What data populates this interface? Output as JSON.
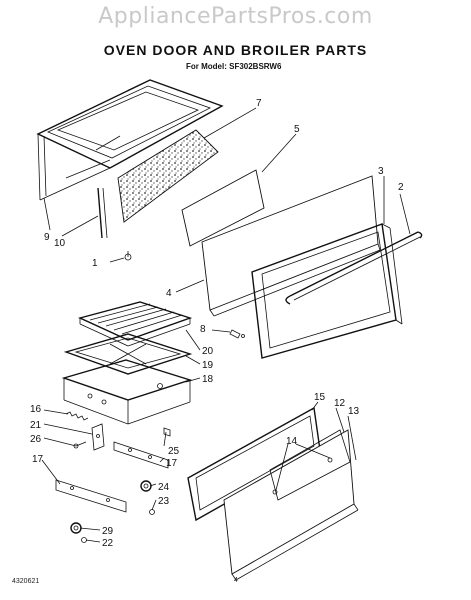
{
  "watermark": "AppliancePartsPros.com",
  "header": {
    "title": "OVEN DOOR AND BROILER PARTS",
    "model": "For Model: SF302BSRW6"
  },
  "footer": {
    "doc_number": "4320621",
    "page": "4"
  },
  "callouts": {
    "c1": "1",
    "c2": "2",
    "c3": "3",
    "c4": "4",
    "c5": "5",
    "c7": "7",
    "c8": "8",
    "c9": "9",
    "c10": "10",
    "c12": "12",
    "c13": "13",
    "c14": "14",
    "c15": "15",
    "c16": "16",
    "c17a": "17",
    "c17b": "17",
    "c18": "18",
    "c19": "19",
    "c20": "20",
    "c21": "21",
    "c22": "22",
    "c23": "23",
    "c24": "24",
    "c25": "25",
    "c26": "26",
    "c29": "29"
  }
}
